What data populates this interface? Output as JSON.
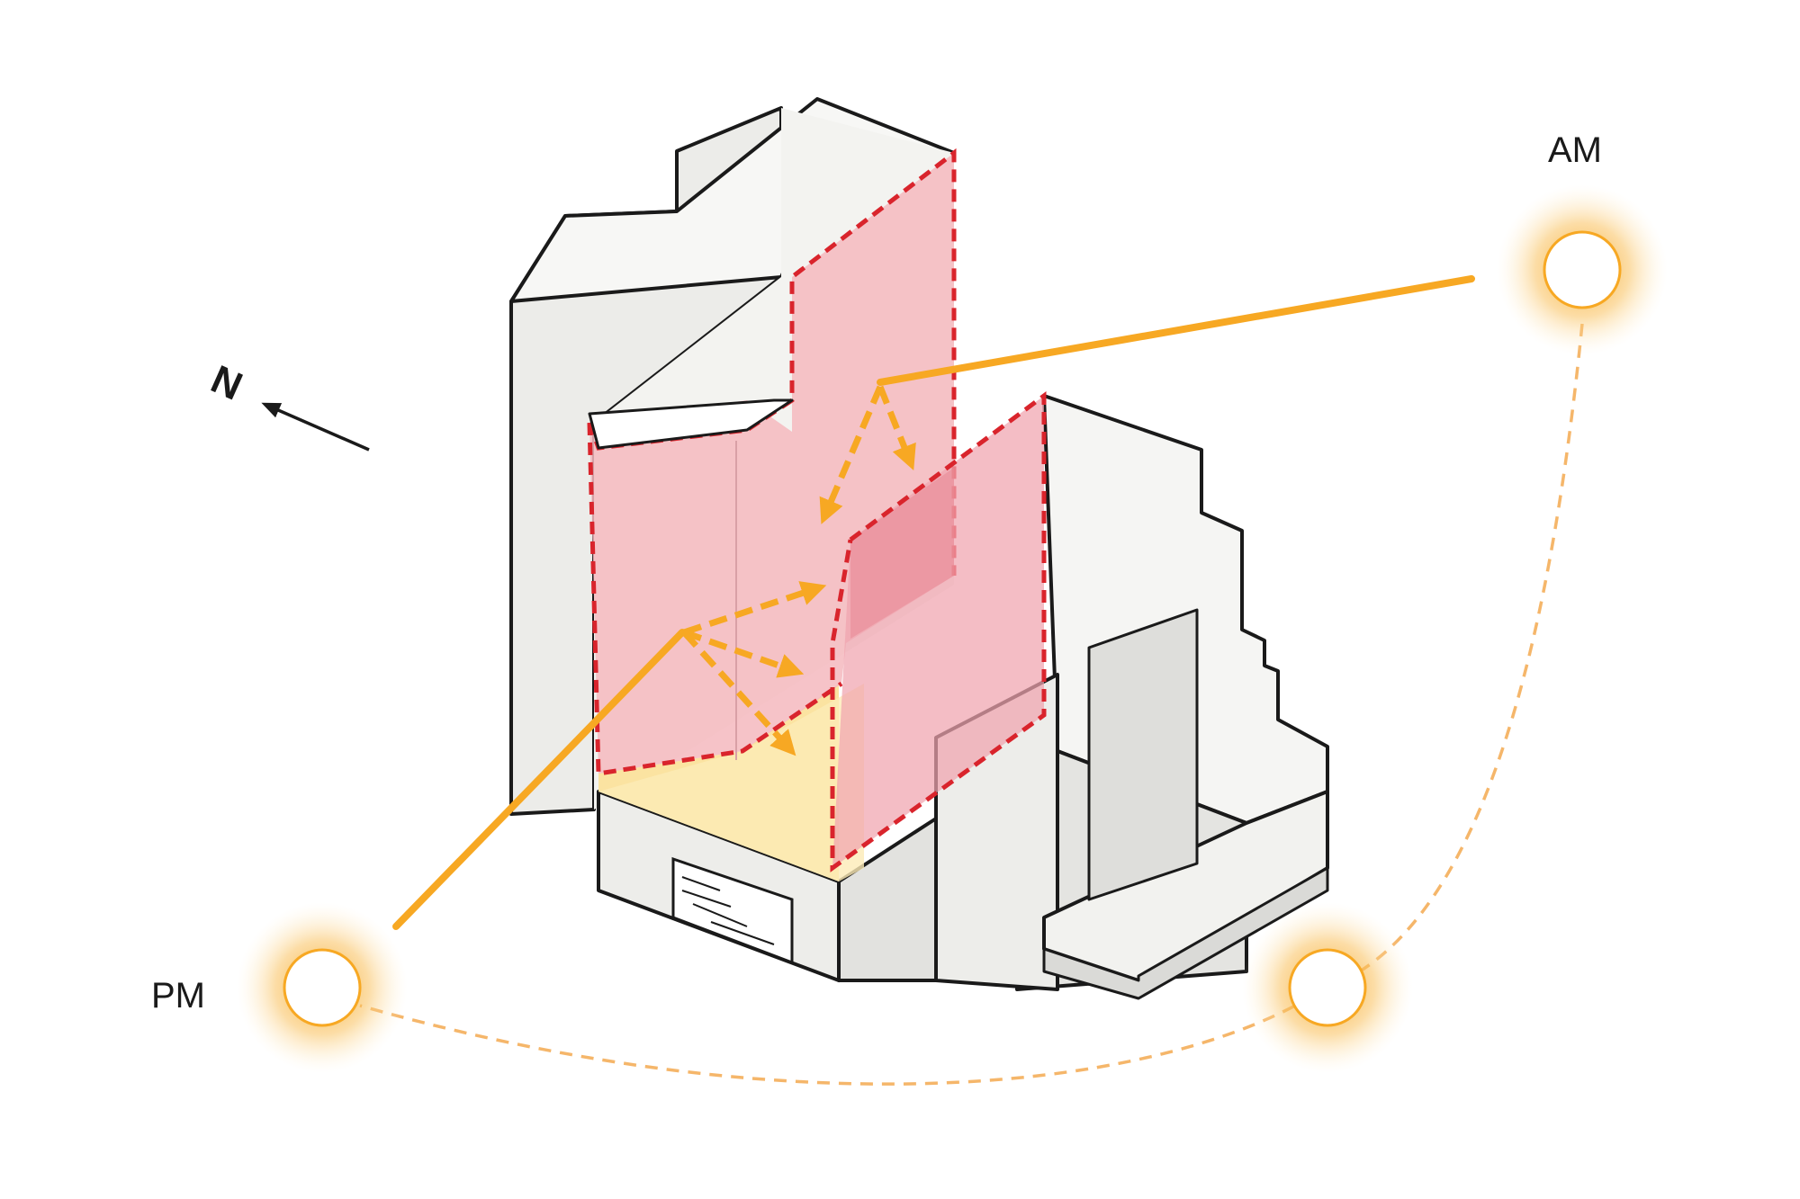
{
  "labels": {
    "morning_sun": "AM",
    "evening_sun": "PM",
    "north": "N"
  },
  "colors": {
    "sun_ray": "#F7A823",
    "sun_path": "#F5B66A",
    "reflect_plane": "#F4B8BE",
    "plane_edge": "#D9242C",
    "courtyard": "#FBE3A1",
    "mass_front": "#EFEFEC",
    "mass_side": "#E1E1DE",
    "mass_top": "#F7F7F5",
    "outline": "#1a1a1a"
  }
}
